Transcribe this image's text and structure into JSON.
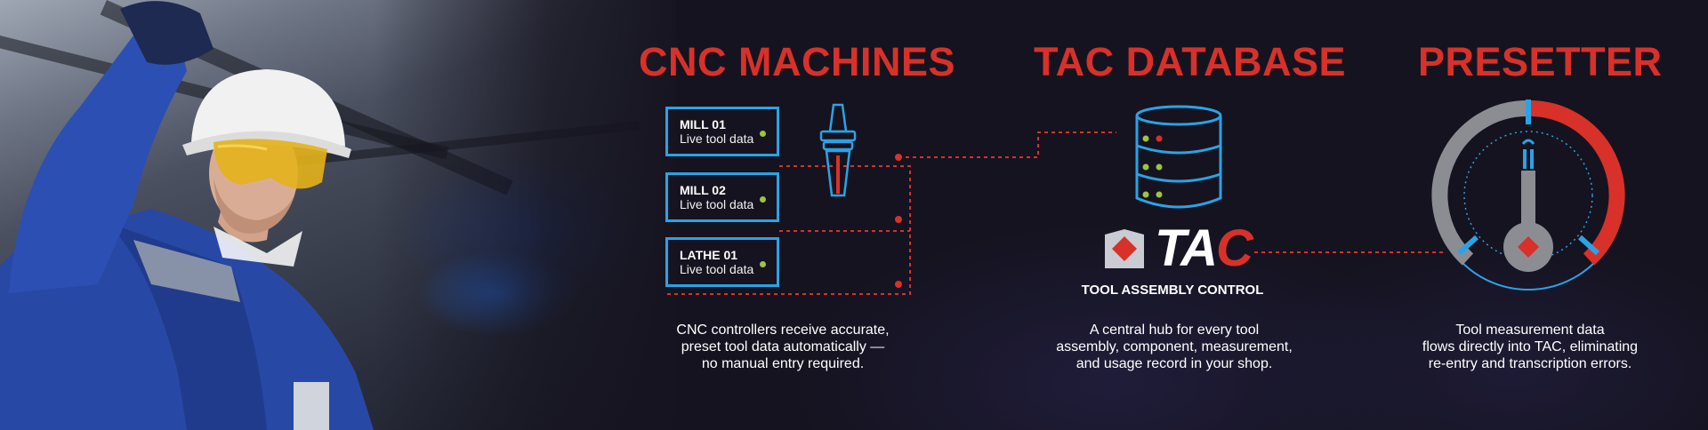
{
  "headings": {
    "cnc": "CNC MACHINES",
    "tac": "TAC DATABASE",
    "presetter": "PRESETTER"
  },
  "machines": [
    {
      "name": "MILL 01",
      "status": "Live tool data"
    },
    {
      "name": "MILL 02",
      "status": "Live tool data"
    },
    {
      "name": "LATHE 01",
      "status": "Live tool data"
    }
  ],
  "tac_logo": {
    "text_main": "TA",
    "text_accent": "C",
    "tagline": "TOOL ASSEMBLY CONTROL"
  },
  "descriptions": {
    "cnc": [
      "CNC controllers receive accurate,",
      "preset tool data automatically —",
      "no manual entry required."
    ],
    "tac": [
      "A central hub for every tool",
      "assembly, component, measurement,",
      "and usage record in your shop."
    ],
    "presetter": [
      "Tool measurement data",
      "flows directly into TAC, eliminating",
      "re-entry and transcription errors."
    ]
  },
  "colors": {
    "accent_red": "#d7312a",
    "accent_blue": "#2aa3e6",
    "status_green": "#9bc53d",
    "background": "#15131f"
  },
  "icons": [
    "worker-photo",
    "tool-holder-icon",
    "database-icon",
    "tac-logo-icon",
    "presetter-gauge-icon"
  ]
}
